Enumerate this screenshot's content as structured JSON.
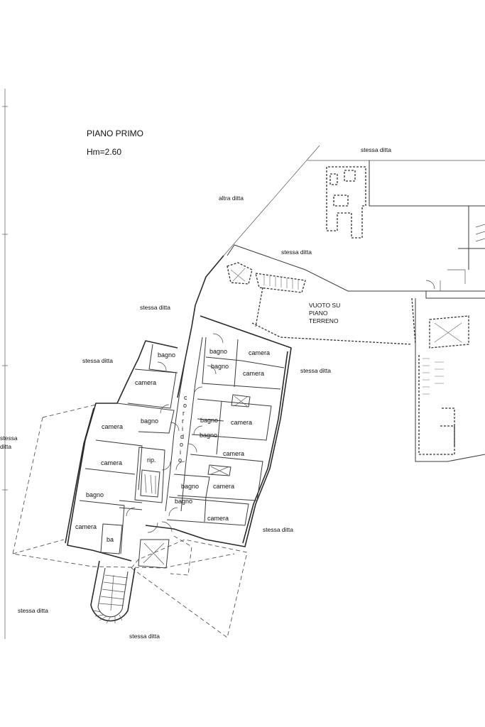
{
  "plan": {
    "title": "PIANO PRIMO",
    "height_label": "Hm=2.60",
    "corridor_letters": [
      "c",
      "o",
      "r",
      "r",
      "i",
      "d",
      "o",
      "i",
      "o"
    ],
    "zones": {
      "stessa_ditta_top": "stessa ditta",
      "altra_ditta": "altra ditta",
      "stessa_ditta_mid": "stessa ditta",
      "vuoto_line1": "VUOTO SU",
      "vuoto_line2": "PIANO",
      "vuoto_line3": "TERRENO",
      "stessa_ditta_left1": "stessa ditta",
      "stessa_ditta_left2": "stessa ditta",
      "stessa_ditta_right": "stessa ditta",
      "stessa_ditta_edge_line1": "stessa",
      "stessa_ditta_edge_line2": "ditta",
      "stessa_ditta_lower_right": "stessa ditta",
      "stessa_ditta_bottom_left": "stessa ditta",
      "stessa_ditta_bottom": "stessa ditta"
    },
    "rooms": {
      "bagno_1": "bagno",
      "camera_1": "camera",
      "camera_2": "camera",
      "bagno_2": "bagno",
      "camera_3": "camera",
      "bagno_3": "bagno",
      "camera_4": "camera",
      "ba": "ba",
      "rip": "rip.",
      "bagno_r1": "bagno",
      "camera_r1": "camera",
      "bagno_r2": "bagno",
      "camera_r2": "camera",
      "bagno_r3": "bagno",
      "camera_r3": "camera",
      "bagno_r4": "bagno",
      "camera_r4": "camera",
      "bagno_r5": "bagno",
      "camera_r5": "camera",
      "bagno_r6": "bagno",
      "camera_r6": "camera"
    }
  }
}
